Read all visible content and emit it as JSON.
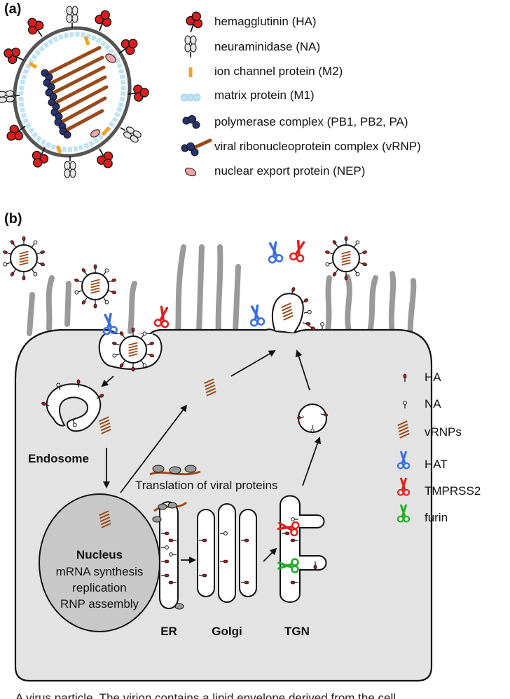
{
  "panel_a": {
    "label": "(a)",
    "legend": [
      {
        "icon": "hemagglutinin-icon",
        "text": "hemagglutinin (HA)"
      },
      {
        "icon": "neuraminidase-icon",
        "text": "neuraminidase (NA)"
      },
      {
        "icon": "ion-channel-icon",
        "text": "ion channel protein (M2)"
      },
      {
        "icon": "matrix-protein-icon",
        "text": "matrix protein (M1)"
      },
      {
        "icon": "polymerase-complex-icon",
        "text": "polymerase complex (PB1, PB2, PA)"
      },
      {
        "icon": "vrnp-icon",
        "text": "viral ribonucleoprotein complex (vRNP)"
      },
      {
        "icon": "nep-icon",
        "text": "nuclear export protein (NEP)"
      }
    ]
  },
  "panel_b": {
    "label": "(b)",
    "endosome": "Endosome",
    "nucleus_title": "Nucleus",
    "nucleus_lines": [
      "mRNA synthesis",
      "replication",
      "RNP assembly"
    ],
    "translation": "Translation of viral proteins",
    "er": "ER",
    "golgi": "Golgi",
    "tgn": "TGN",
    "legend": [
      {
        "text": "HA",
        "color": "#111111"
      },
      {
        "text": "NA",
        "color": "#111111"
      },
      {
        "text": "vRNPs",
        "color": "#111111"
      },
      {
        "text": "HAT",
        "color": "#3a6fe0"
      },
      {
        "text": "TMPRSS2",
        "color": "#e02020"
      },
      {
        "text": "furin",
        "color": "#1fae2a"
      }
    ]
  },
  "caption": "A virus particle. The virion contains a lipid envelope derived from the cell",
  "colors": {
    "ha_red": "#d81e1e",
    "vrnp_brown": "#9a4a1a",
    "m2_orange": "#f2a21e",
    "m1_blue": "#bfe3f5",
    "polymerase_navy": "#27336e",
    "nep_pink": "#f2a5a5",
    "cell_gray": "#e3e3e3",
    "nucleus_gray": "#c8c8c8",
    "hat_blue": "#3a6fe0",
    "tmprss2_red": "#e02020",
    "furin_green": "#1fae2a"
  }
}
